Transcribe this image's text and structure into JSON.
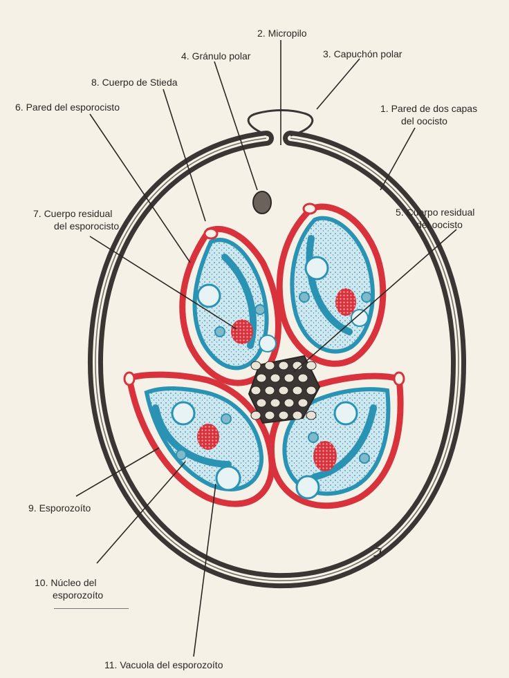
{
  "labels": {
    "l1": {
      "line1": "1. Pared de dos capas",
      "line2": "del oocisto"
    },
    "l2": "2. Micropilo",
    "l3": "3. Capuchón polar",
    "l4": "4. Gránulo polar",
    "l5": {
      "line1": "5. Cuerpo residual",
      "line2": "del oocisto"
    },
    "l6": "6. Pared del esporocisto",
    "l7": {
      "line1": "7. Cuerpo residual",
      "line2": "del esporocisto"
    },
    "l8": "8. Cuerpo de Stieda",
    "l9": "9. Esporozoíto",
    "l10": {
      "line1": "10. Núcleo del",
      "line2": "esporozoíto"
    },
    "l11": "11. Vacuola del esporozoíto"
  },
  "colors": {
    "background": "#f6f1e7",
    "oocyst_wall": "#3b3633",
    "sporocyst_wall": "#d8333c",
    "sporozoite": "#2a93b3",
    "sporozoite_fill": "#c9e6ee",
    "residual_body": "#d8333c",
    "oocyst_residual": "#3b3633"
  }
}
